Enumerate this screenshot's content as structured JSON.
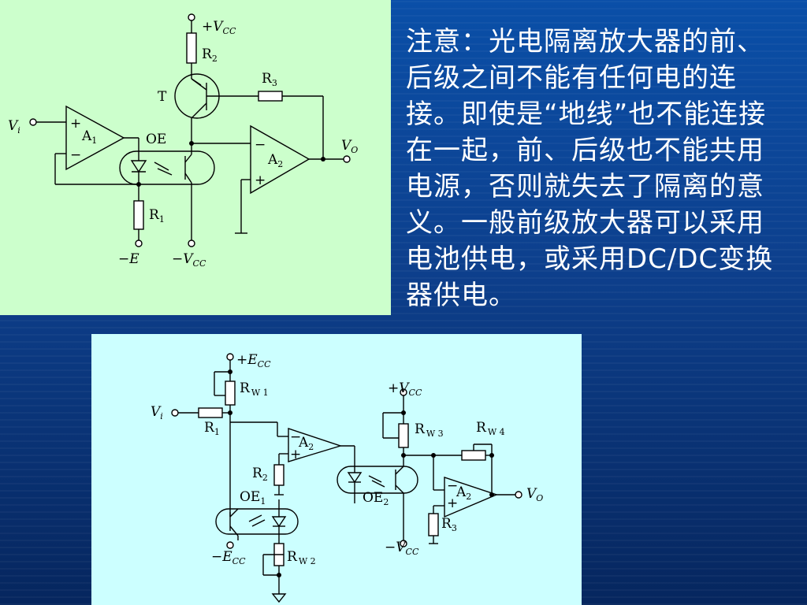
{
  "note": {
    "text": "注意：光电隔离放大器的前、后级之间不能有任何电的连接。即使是“地线”也不能连接在一起，前、后级也不能共用电源，否则就失去了隔离的意义。一般前级放大器可以采用电池供电，或采用DC/DC变换器供电。"
  },
  "circuit1": {
    "vcc_plus": {
      "sign": "+",
      "v": "V",
      "sub": "CC"
    },
    "r2": {
      "r": "R",
      "n": "2"
    },
    "r3": {
      "r": "R",
      "n": "3"
    },
    "t": "T",
    "vi": {
      "v": "V",
      "sub": "i"
    },
    "a1": {
      "a": "A",
      "n": "1"
    },
    "oe": "OE",
    "a2": {
      "a": "A",
      "n": "2"
    },
    "vo": {
      "v": "V",
      "sub": "O"
    },
    "r1": {
      "r": "R",
      "n": "1"
    },
    "neg_e": {
      "sign": "−",
      "v": "E"
    },
    "vcc_minus": {
      "sign": "−",
      "v": "V",
      "sub": "CC"
    },
    "plus_sign": "+",
    "minus_sign": "−"
  },
  "circuit2": {
    "ecc_plus": {
      "sign": "+",
      "v": "E",
      "sub": "CC"
    },
    "rw1": {
      "r": "R",
      "sub": "W 1"
    },
    "vi": {
      "v": "V",
      "sub": "i"
    },
    "r1": {
      "r": "R",
      "n": "1"
    },
    "a2_left": {
      "a": "A",
      "n": "2"
    },
    "r2": {
      "r": "R",
      "n": "2"
    },
    "oe1": {
      "oe": "OE",
      "n": "1"
    },
    "oe2": {
      "oe": "OE",
      "n": "2"
    },
    "ecc_minus": {
      "sign": "−",
      "v": "E",
      "sub": "CC"
    },
    "rw2": {
      "r": "R",
      "sub": "W 2"
    },
    "vcc_plus": {
      "sign": "+",
      "v": "V",
      "sub": "CC"
    },
    "rw3": {
      "r": "R",
      "sub": "W 3"
    },
    "rw4": {
      "r": "R",
      "sub": "W 4"
    },
    "a2_right": {
      "a": "A",
      "n": "2"
    },
    "vo": {
      "v": "V",
      "sub": "O"
    },
    "r3": {
      "r": "R",
      "n": "3"
    },
    "vcc_minus": {
      "sign": "−",
      "v": "V",
      "sub": "CC"
    },
    "plus_sign": "+",
    "minus_sign": "−"
  }
}
